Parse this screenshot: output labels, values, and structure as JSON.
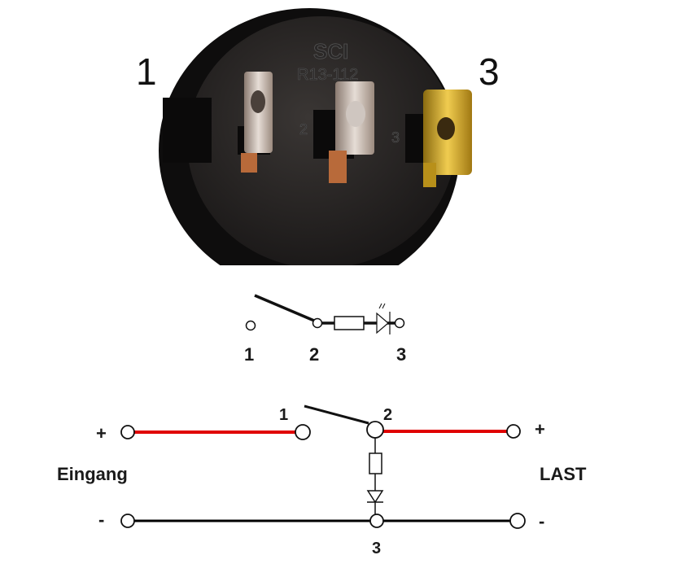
{
  "photo": {
    "pin_label_left": "1",
    "pin_label_right": "3",
    "molded_brand": "SCI",
    "molded_part": "R13-112",
    "molded_pin_2": "2",
    "molded_pin_3": "3"
  },
  "symbol": {
    "pin1": "1",
    "pin2": "2",
    "pin3": "3"
  },
  "circuit": {
    "input_label": "Eingang",
    "load_label": "LAST",
    "plus": "+",
    "minus": "-",
    "node1": "1",
    "node2": "2",
    "node3": "3",
    "colors": {
      "positive_wire": "#e00000",
      "negative_wire": "#000000"
    }
  }
}
